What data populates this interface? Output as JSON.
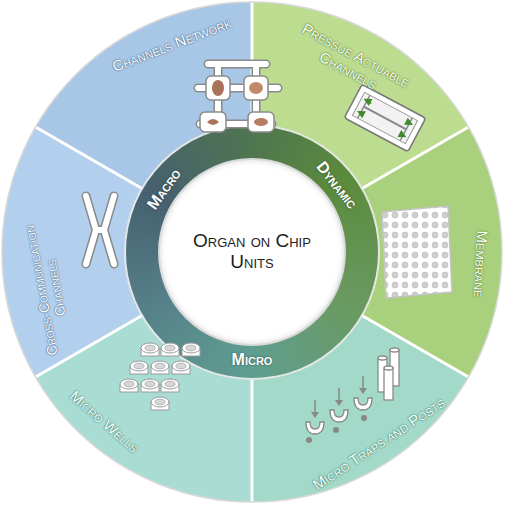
{
  "diagram": {
    "nodes": [
      {
        "text": [
          "Organ on Chip Units"
        ]
      },
      {
        "text": [
          "Macro"
        ]
      },
      {
        "text": [
          "Dynamic"
        ]
      },
      {
        "text": [
          "Micro"
        ]
      },
      {
        "text": [
          "Channels Network"
        ]
      },
      {
        "text": [
          "Pressue Actuable Channels"
        ]
      },
      {
        "text": [
          "Membrane"
        ]
      },
      {
        "text": [
          "Micro Traps and Posts"
        ]
      },
      {
        "text": [
          "Micro Wells"
        ]
      },
      {
        "text": [
          "Cross-Communication Channels"
        ]
      }
    ]
  }
}
